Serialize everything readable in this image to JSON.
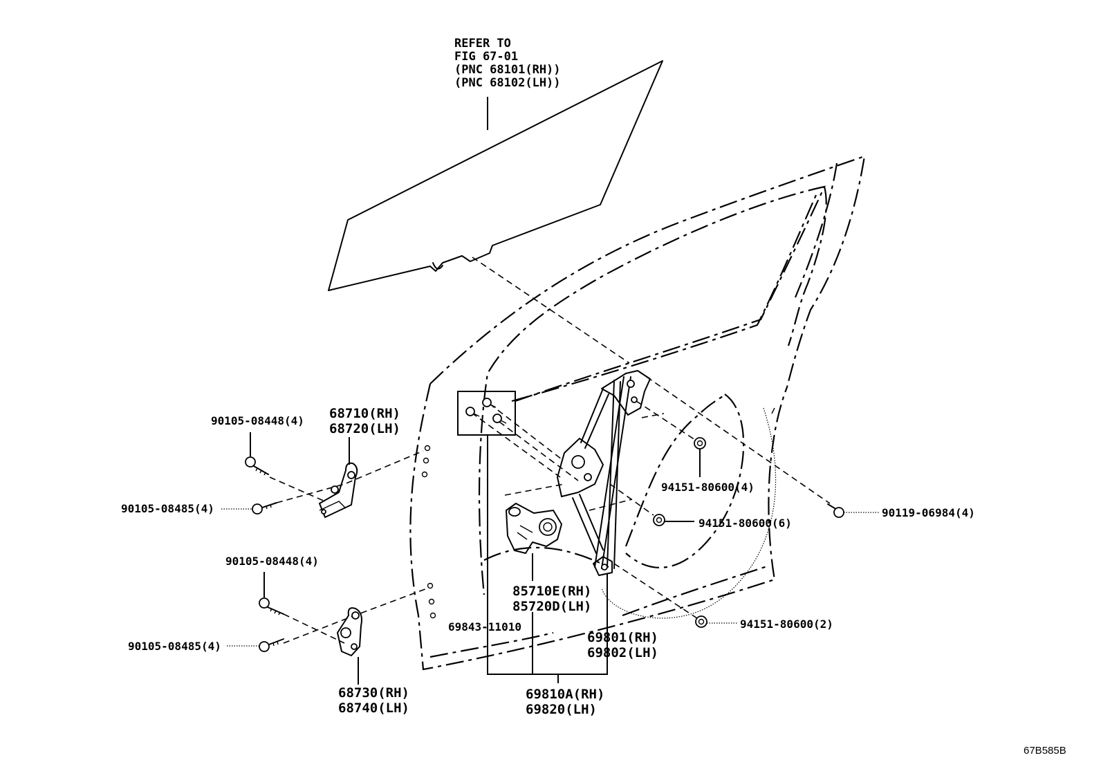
{
  "diagram": {
    "figure_id": "67B585B",
    "refer_note": [
      "REFER TO",
      "FIG 67-01",
      "(PNC 68101(RH))",
      "(PNC 68102(LH))"
    ],
    "labels": {
      "upper_bolt_a": "90105-08448(4)",
      "upper_bolt_b": "90105-08485(4)",
      "lower_bolt_a": "90105-08448(4)",
      "lower_bolt_b": "90105-08485(4)",
      "upper_hinge": [
        "68710(RH)",
        "68720(LH)"
      ],
      "lower_hinge": [
        "68730(RH)",
        "68740(LH)"
      ],
      "nut_upper": "94151-80600(4)",
      "nut_middle": "94151-80600(6)",
      "nut_lower": "94151-80600(2)",
      "bolt_right": "90119-06984(4)",
      "motor": [
        "85710E(RH)",
        "85720D(LH)"
      ],
      "screw_set": "69843-11010",
      "regulator": [
        "69801(RH)",
        "69802(LH)"
      ],
      "regulator_assy": [
        "69810A(RH)",
        "69820(LH)"
      ]
    }
  }
}
